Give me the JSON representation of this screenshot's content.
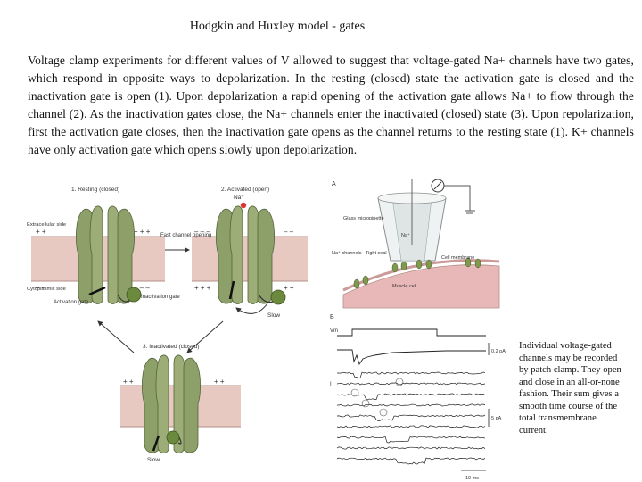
{
  "page": {
    "title": "Hodgkin and Huxley model - gates",
    "paragraph": "Voltage clamp experiments for different values of V allowed to suggest that voltage-gated Na+ channels have two gates, which respond in opposite ways to depolarization. In the resting (closed) state the activation gate is closed and the inactivation gate is open (1). Upon depolarization a rapid opening of the activation gate allows Na+ to flow through the channel (2). As the inactivation gates close, the Na+ channels enter the inactivated (closed) state (3). Upon repolarization, first the activation gate closes, then the inactivation gate opens as the channel returns to the resting state (1). K+ channels have only activation gate which opens slowly upon depolarization.",
    "caption": "Individual voltage-gated channels may be recorded by patch clamp. They open and close in an all-or-none fashion. Their sum gives a smooth time course of the total transmembrane current."
  },
  "gate_diagram": {
    "state_resting": "1. Resting (closed)",
    "state_activated": "2. Activated (open)",
    "state_inactivated": "3. Inactivated (closed)",
    "extracellular": "Extracellular side",
    "cytoplasmic": "Cytoplasmic side",
    "activation_gate": "Activation gate",
    "inactivation_gate": "Inactivation gate",
    "na_ion": "Na⁺",
    "fast_opening": "Fast channel opening",
    "slow_right": "Slow",
    "slow_bottom": "Slow"
  },
  "patch_clamp": {
    "panel_a": "A",
    "panel_b": "B",
    "glass_micropipette": "Glass micropipette",
    "na_channels": "Na⁺ channels",
    "tight_seal": "Tight seal",
    "cell_membrane": "Cell membrane",
    "na_label": "Na⁺",
    "muscle_cell": "Muscle cell",
    "vm_label": "Vm",
    "current_label": "I",
    "scale_top": "0.2 pA",
    "scale_mid": "5 pA",
    "scale_time": "10 ms"
  },
  "colors": {
    "channel": "#8ea06a",
    "channel_dark": "#6f8250",
    "membrane": "#e7c9c2",
    "bead": "#6c8a3e"
  }
}
